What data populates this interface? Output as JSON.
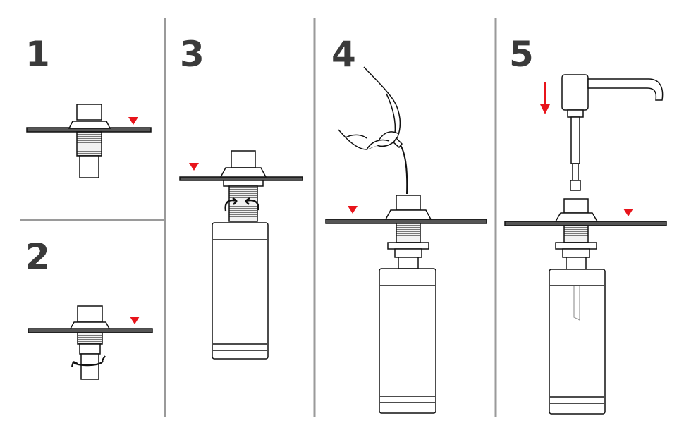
{
  "steps": [
    {
      "number": "1"
    },
    {
      "number": "2"
    },
    {
      "number": "3"
    },
    {
      "number": "4"
    },
    {
      "number": "5"
    }
  ],
  "colors": {
    "line": "#111111",
    "panel_border": "#9a9a9a",
    "marker": "#e8141b",
    "step_number": "#3a3a3a",
    "counter_top": "#555555",
    "thread": "#777777"
  },
  "icons": {
    "rotation": "rotate-arrow-icon",
    "marker": "red-triangle-marker-icon",
    "press": "down-arrow-icon",
    "hand": "hand-icon"
  }
}
